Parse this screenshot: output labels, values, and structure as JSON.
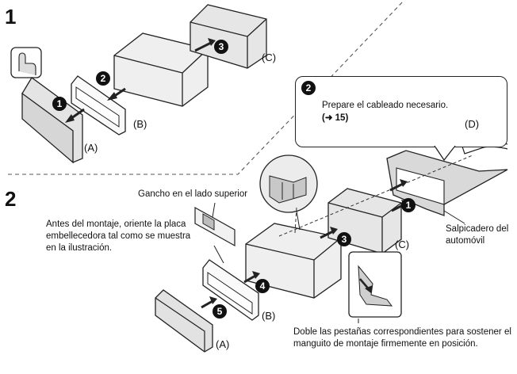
{
  "steps": {
    "one": "1",
    "two": "2"
  },
  "callout_nums": {
    "step2": "2",
    "s1": "1",
    "s2": "2",
    "s3": "3",
    "s4": "4",
    "s5": "5",
    "s1b": "1",
    "s3b": "3"
  },
  "labels": {
    "A1": "(A)",
    "B1": "(B)",
    "C1": "(C)",
    "D": "(D)",
    "A2": "(A)",
    "B2": "(B)",
    "C2": "(C)"
  },
  "callout": {
    "line1": "Prepare el cableado necesario.",
    "ref_arrow": "(➜ 15)"
  },
  "notes": {
    "hook": "Gancho en el lado superior",
    "before_mount": "Antes del montaje, oriente la placa embellecedora tal como se muestra en la ilustración.",
    "dashboard": "Salpicadero del automóvil",
    "bend_tabs": "Doble las pestañas correspondientes para sostener el manguito de montaje firmemente en posición."
  }
}
